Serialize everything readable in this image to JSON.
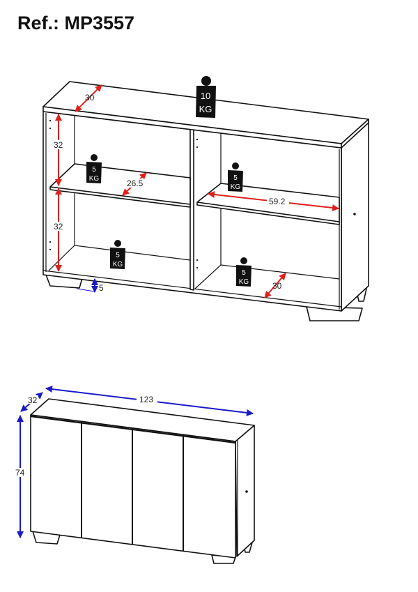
{
  "title": "Ref.: MP3557",
  "open_view": {
    "dimensions": {
      "top_depth": "30",
      "upper_height": "32",
      "lower_height": "32",
      "shelf_depth": "26.5",
      "shelf_width": "59.2",
      "bottom_depth": "30",
      "foot_height": "5"
    },
    "weights": [
      {
        "value": "10",
        "unit": "KG"
      },
      {
        "value": "5",
        "unit": "KG"
      },
      {
        "value": "5",
        "unit": "KG"
      },
      {
        "value": "5",
        "unit": "KG"
      },
      {
        "value": "5",
        "unit": "KG"
      }
    ]
  },
  "closed_view": {
    "dimensions": {
      "width": "123",
      "depth": "32",
      "height": "74"
    }
  },
  "colors": {
    "dimension_red": "#e0201b",
    "dimension_blue": "#1a1ac8"
  }
}
